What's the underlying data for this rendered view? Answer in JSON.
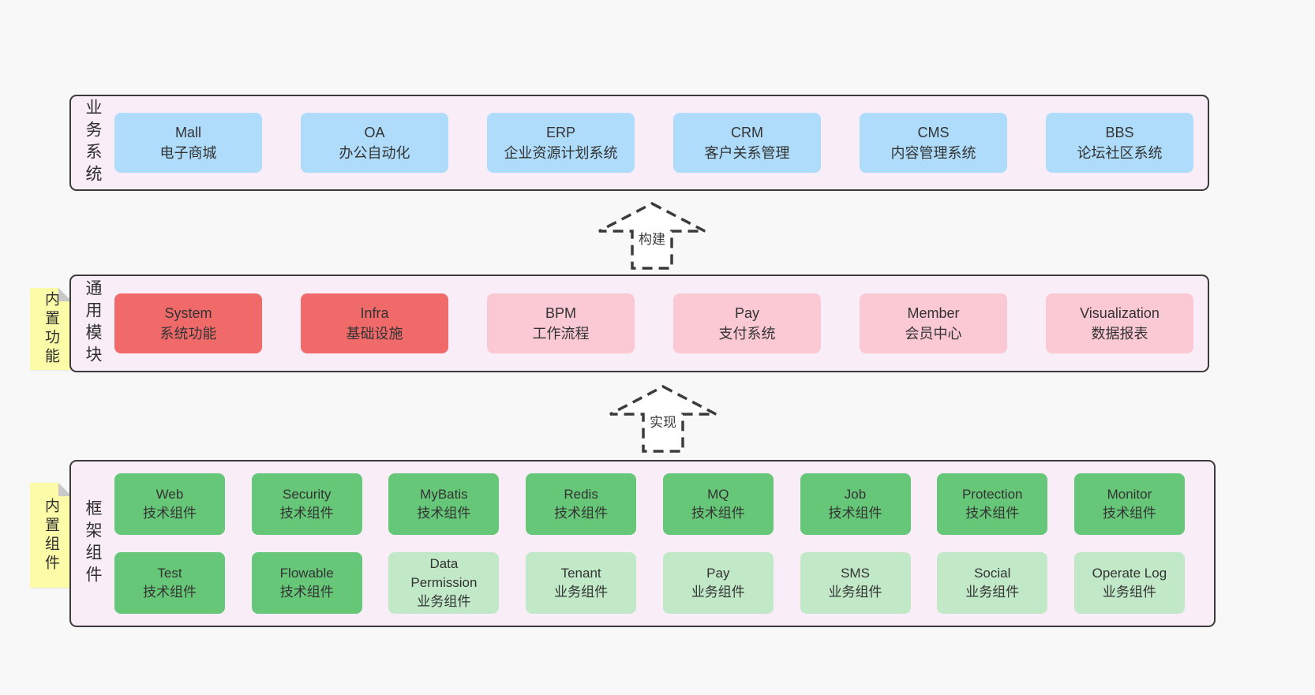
{
  "colors": {
    "page_bg": "#f8f8f8",
    "container_bg": "#f9eef7",
    "container_border": "#3b3b3b",
    "blue": "#aedcfa",
    "red": "#f16a6a",
    "pink": "#fbc9d3",
    "green_dark": "#67c778",
    "green_light": "#c1e9c8",
    "sticky_bg": "#fbfba8",
    "sticky_fold": "#c9c9c9",
    "text": "#333333"
  },
  "arrows": [
    {
      "label": "构建"
    },
    {
      "label": "实现"
    }
  ],
  "layers": {
    "business": {
      "title": "业务系统",
      "items": [
        {
          "name": "Mall",
          "subtitle": "电子商城"
        },
        {
          "name": "OA",
          "subtitle": "办公自动化"
        },
        {
          "name": "ERP",
          "subtitle": "企业资源计划系统"
        },
        {
          "name": "CRM",
          "subtitle": "客户关系管理"
        },
        {
          "name": "CMS",
          "subtitle": "内容管理系统"
        },
        {
          "name": "BBS",
          "subtitle": "论坛社区系统"
        }
      ]
    },
    "modules": {
      "title": "通用模块",
      "sticky": "内置功能",
      "items": [
        {
          "name": "System",
          "subtitle": "系统功能"
        },
        {
          "name": "Infra",
          "subtitle": "基础设施"
        },
        {
          "name": "BPM",
          "subtitle": "工作流程"
        },
        {
          "name": "Pay",
          "subtitle": "支付系统"
        },
        {
          "name": "Member",
          "subtitle": "会员中心"
        },
        {
          "name": "Visualization",
          "subtitle": "数据报表"
        }
      ]
    },
    "framework": {
      "title": "框架组件",
      "sticky": "内置组件",
      "row1": [
        {
          "name": "Web",
          "subtitle": "技术组件"
        },
        {
          "name": "Security",
          "subtitle": "技术组件"
        },
        {
          "name": "MyBatis",
          "subtitle": "技术组件"
        },
        {
          "name": "Redis",
          "subtitle": "技术组件"
        },
        {
          "name": "MQ",
          "subtitle": "技术组件"
        },
        {
          "name": "Job",
          "subtitle": "技术组件"
        },
        {
          "name": "Protection",
          "subtitle": "技术组件"
        },
        {
          "name": "Monitor",
          "subtitle": "技术组件"
        }
      ],
      "row2": [
        {
          "name": "Test",
          "subtitle": "技术组件"
        },
        {
          "name": "Flowable",
          "subtitle": "技术组件"
        },
        {
          "name": "Data Permission",
          "subtitle": "业务组件"
        },
        {
          "name": "Tenant",
          "subtitle": "业务组件"
        },
        {
          "name": "Pay",
          "subtitle": "业务组件"
        },
        {
          "name": "SMS",
          "subtitle": "业务组件"
        },
        {
          "name": "Social",
          "subtitle": "业务组件"
        },
        {
          "name": "Operate Log",
          "subtitle": "业务组件"
        }
      ]
    }
  }
}
